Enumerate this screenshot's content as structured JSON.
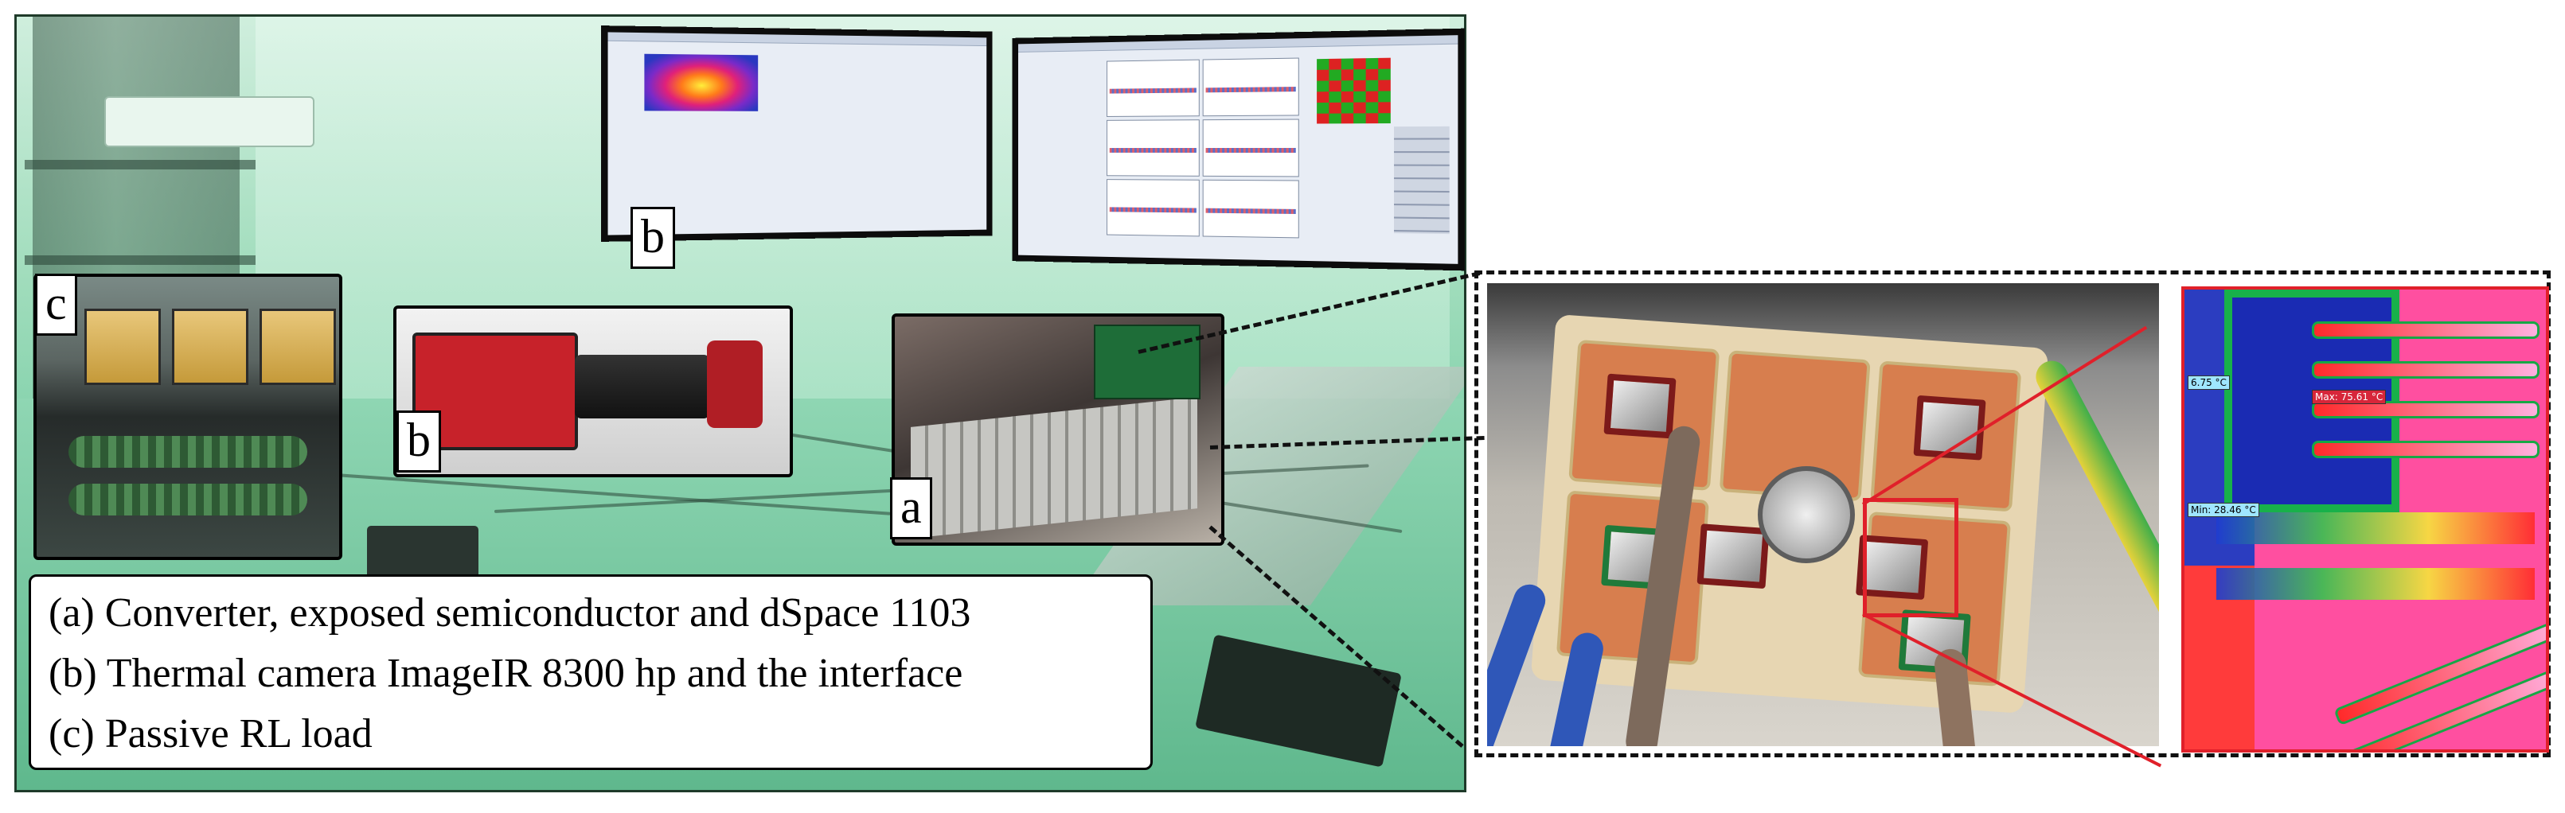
{
  "labels": {
    "tag_b_monitor": "b",
    "tag_c": "c",
    "tag_b_camera": "b",
    "tag_a": "a"
  },
  "legend": [
    "(a) Converter, exposed semiconductor and dSpace 1103",
    "(b) Thermal camera ImageIR 8300 hp and the interface",
    "(c) Passive RL load"
  ],
  "thermal_readouts": {
    "left": "6.75 °C",
    "max": "Max: 75.61 °C",
    "min": "Min: 28.46 °C"
  },
  "colors": {
    "zoom_box_border": "#111111",
    "highlight_red": "#e0202a",
    "tint": "#7ccfa8"
  }
}
